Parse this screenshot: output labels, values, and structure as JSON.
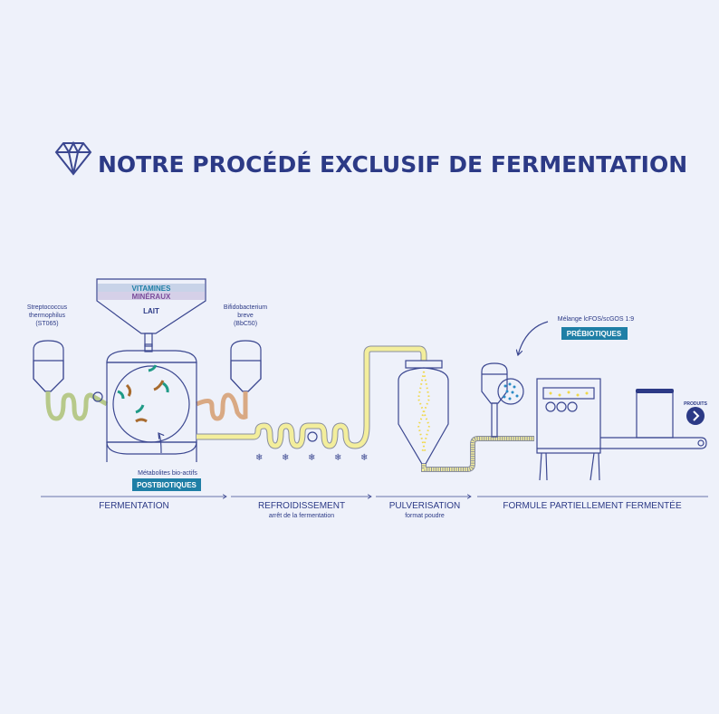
{
  "title": "NOTRE PROCÉDÉ EXCLUSIF DE FERMENTATION",
  "hopper": {
    "line1": "VITAMINES",
    "line2": "MINÉRAUX",
    "line3": "LAIT"
  },
  "left_strain": {
    "line1": "Streptococcus",
    "line2": "thermophilus",
    "line3": "(ST065)"
  },
  "right_strain": {
    "line1": "Bifidobacterium",
    "line2": "breve",
    "line3": "(BbC50)"
  },
  "postbiotics": {
    "caption": "Métabolites bio-actifs",
    "badge": "POSTBIOTIQUES"
  },
  "prebiotics": {
    "caption": "Mélange lcFOS/scGOS 1:9",
    "badge": "PRÉBIOTIQUES"
  },
  "product_label": "PRODUITS",
  "stages": [
    {
      "label": "FERMENTATION",
      "sub": ""
    },
    {
      "label": "REFROIDISSEMENT",
      "sub": "arrêt de la fermentation"
    },
    {
      "label": "PULVERISATION",
      "sub": "format poudre"
    },
    {
      "label": "FORMULE PARTIELLEMENT FERMENTÉE",
      "sub": ""
    }
  ],
  "colors": {
    "navy": "#2c3a86",
    "teal": "#1f7fa6",
    "vessel": "#fcd98f",
    "tube": "#f3ee9c"
  }
}
